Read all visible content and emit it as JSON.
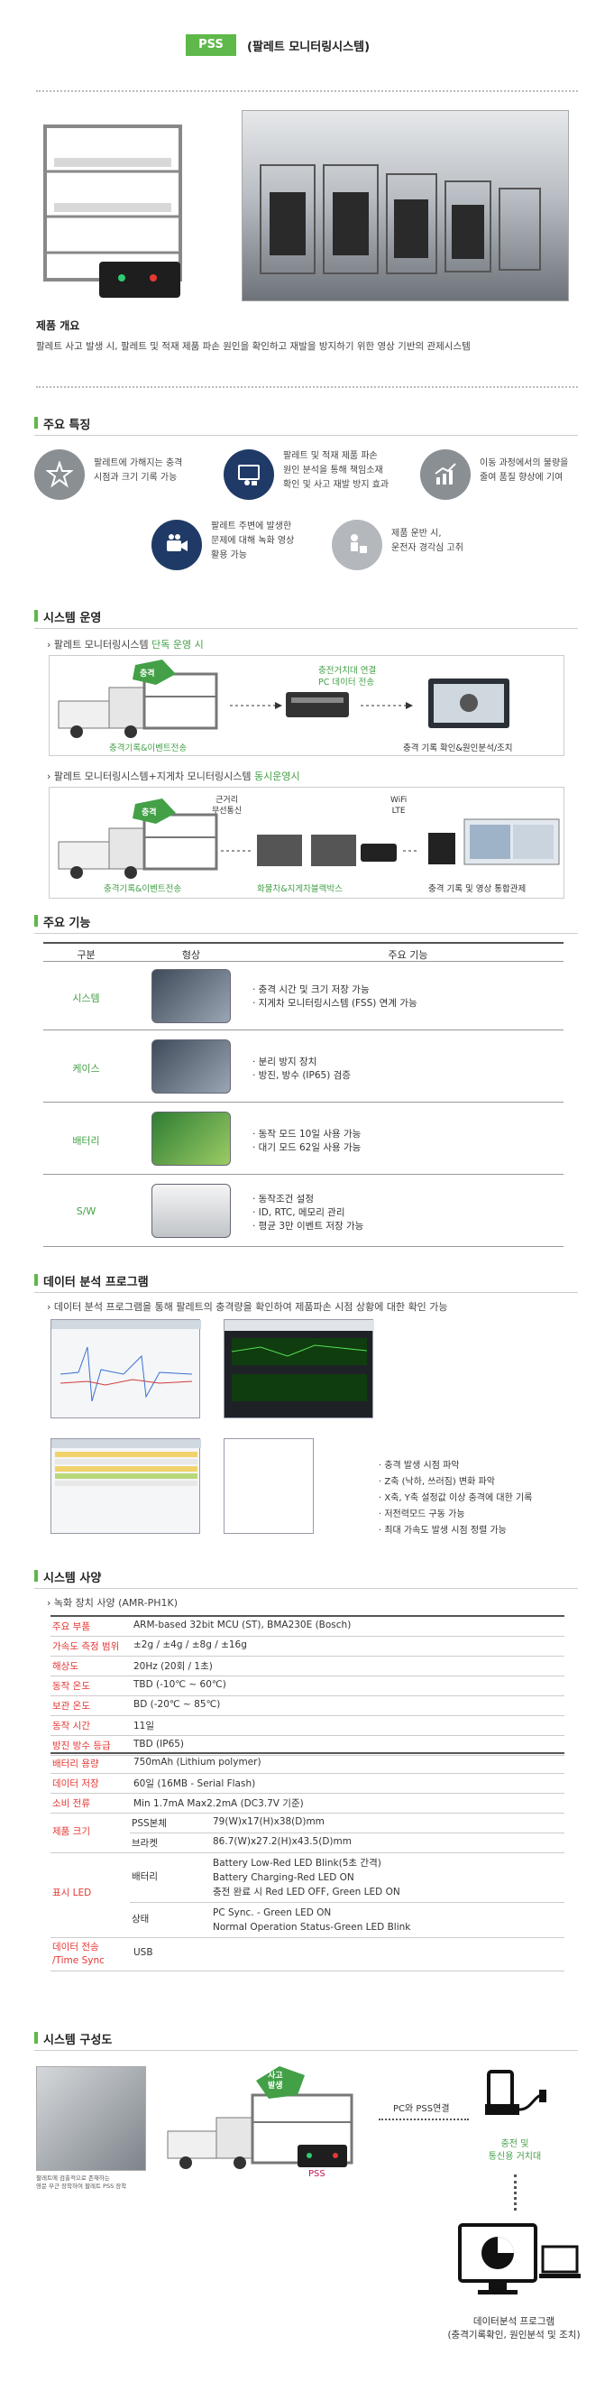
{
  "header": {
    "badge": "PSS",
    "title": "(팔레트 모니터링시스템)"
  },
  "overview": {
    "heading": "제품 개요",
    "text": "팔레트 사고 발생 시, 팔레트 및 적재 제품 파손 원인을 확인하고 재발을 방지하기 위한 영상 기반의 관제시스템"
  },
  "features": {
    "heading": "주요 특징",
    "items": [
      {
        "icon": "impact-icon",
        "text": [
          "팔레트에 가해지는 충격",
          "시점과 크기 기록 가능"
        ]
      },
      {
        "icon": "monitor-icon",
        "text": [
          "팔레트 및 적재 제품 파손",
          "원인 분석을 통해 책임소재",
          "확인 및 사고 재발 방지 효과"
        ]
      },
      {
        "icon": "growth-chart-icon",
        "text": [
          "이동 과정에서의 불량을",
          "줄여 품질 향상에 기여"
        ]
      },
      {
        "icon": "video-camera-icon",
        "text": [
          "팔레트 주변에 발생한",
          "문제에 대해 녹화 영상",
          "활용 가능"
        ]
      },
      {
        "icon": "worker-icon",
        "text": [
          "제품 운반 시,",
          "운전자 경각심 고취"
        ]
      }
    ]
  },
  "operation": {
    "heading": "시스템 운영",
    "mode1": {
      "prefix": "팔레트 모니터링시스템 ",
      "highlight": "단독 운영 시"
    },
    "mode1_labels": {
      "impact": "충격",
      "record": "충격기록&이벤트전송",
      "pc": [
        "충전거치대 연결",
        "PC 데이터 전송"
      ],
      "result": "충격 기록 확인&원인분석/조치"
    },
    "mode2": {
      "prefix": "팔레트 모니터링시스템+지게차 모니터링시스템 ",
      "highlight": "동시운영시"
    },
    "mode2_labels": {
      "impact": "충격",
      "near": [
        "근거리",
        "무선통신"
      ],
      "wifi": [
        "WiFi",
        "LTE"
      ],
      "record": "충격기록&이벤트전송",
      "forklift": "화물차&지게차블랙박스",
      "result": "충격 기록 및 영상 통합관제"
    }
  },
  "functions": {
    "heading": "주요 기능",
    "columns": [
      "구분",
      "형상",
      "주요 기능"
    ],
    "rows": [
      {
        "category": "시스템",
        "lines": [
          "· 충격 시간 및 크기 저장 가능",
          "· 지게차 모니터링시스템 (FSS) 연계 가능"
        ]
      },
      {
        "category": "케이스",
        "lines": [
          "· 분리 방지 장치",
          "· 방진, 방수 (IP65) 검증"
        ]
      },
      {
        "category": "배터리",
        "lines": [
          "· 동작 모드 10일 사용 가능",
          "· 대기 모드 62일 사용 가능"
        ]
      },
      {
        "category": "S/W",
        "lines": [
          "· 동작조건 설정",
          "· ID, RTC, 메모리 관리",
          "· 평균 3만 이벤트 저장 가능"
        ]
      }
    ]
  },
  "analysis": {
    "heading": "데이터 분석 프로그램",
    "desc": "데이터 분석 프로그램을 통해 팔레트의 충격량을 확인하여 제품파손 시점 상황에 대한 확인 가능",
    "bullets": [
      "· 충격 발생 시점 파악",
      "· Z축 (낙하, 쓰러짐) 변화 파악",
      "· X축, Y축 설정값 이상 충격에 대한 기록",
      "· 저전력모드 구동 가능",
      "· 최대 가속도 발생 시점 정렬 가능"
    ]
  },
  "specs": {
    "heading": "시스템 사양",
    "sub": "녹화 장치 사양 (AMR-PH1K)",
    "rows1": [
      {
        "k": "주요 부품",
        "v": "ARM-based 32bit MCU (ST), BMA230E (Bosch)"
      },
      {
        "k": "가속도 측정 범위",
        "v": "±2g / ±4g / ±8g / ±16g"
      },
      {
        "k": "해상도",
        "v": "20Hz (20회 / 1초)"
      },
      {
        "k": "동작 온도",
        "v": "TBD (-10℃ ~ 60℃)"
      },
      {
        "k": "보관 온도",
        "v": "BD (-20℃ ~ 85℃)"
      },
      {
        "k": "동작 시간",
        "v": "11일"
      },
      {
        "k": "방진 방수 등급",
        "v": "TBD (IP65)"
      }
    ],
    "rows2": [
      {
        "k": "배터리 용량",
        "v": "750mAh (Lithium polymer)"
      },
      {
        "k": "데이터 저장",
        "v": "60일 (16MB - Serial Flash)"
      },
      {
        "k": "소비 전류",
        "v": "Min 1.7mA Max2.2mA (DC3.7V 기준)"
      }
    ],
    "size_key": "제품 크기",
    "size_rows": [
      {
        "k": "PSS본체",
        "v": "79(W)x17(H)x38(D)mm"
      },
      {
        "k": "브라켓",
        "v": "86.7(W)x27.2(H)x43.5(D)mm"
      }
    ],
    "led_key": "표시 LED",
    "led_rows": [
      {
        "k": "배터리",
        "v": [
          "Battery Low-Red LED Blink(5초 간격)",
          "Battery Charging-Red LED ON",
          "충전 완료 시 Red LED OFF, Green LED ON"
        ]
      },
      {
        "k": "상태",
        "v": [
          "PC Sync. - Green LED ON",
          "Normal Operation Status-Green LED Blink"
        ]
      }
    ],
    "comm_key": [
      "데이터 전송",
      "/Time Sync"
    ],
    "comm_v": "USB"
  },
  "config": {
    "heading": "시스템 구성도",
    "caption": [
      "팔레트에 검출적으로 존재하는",
      "영문 부근 장착하여 팔레트 PSS 장착"
    ],
    "impact": [
      "사고",
      "발생"
    ],
    "pss": "PSS",
    "link": "PC와 PSS연결",
    "charger": [
      "충전 및",
      "통신용 거치대"
    ],
    "program": [
      "데이터분석 프로그램",
      "(충격기록확인, 원인분석 및 조치)"
    ]
  },
  "colors": {
    "accent_green": "#5fb84a",
    "label_green": "#43a047",
    "spec_red": "#e53935",
    "icon_gray": "#8a8f94",
    "icon_navy": "#1f3a66"
  }
}
